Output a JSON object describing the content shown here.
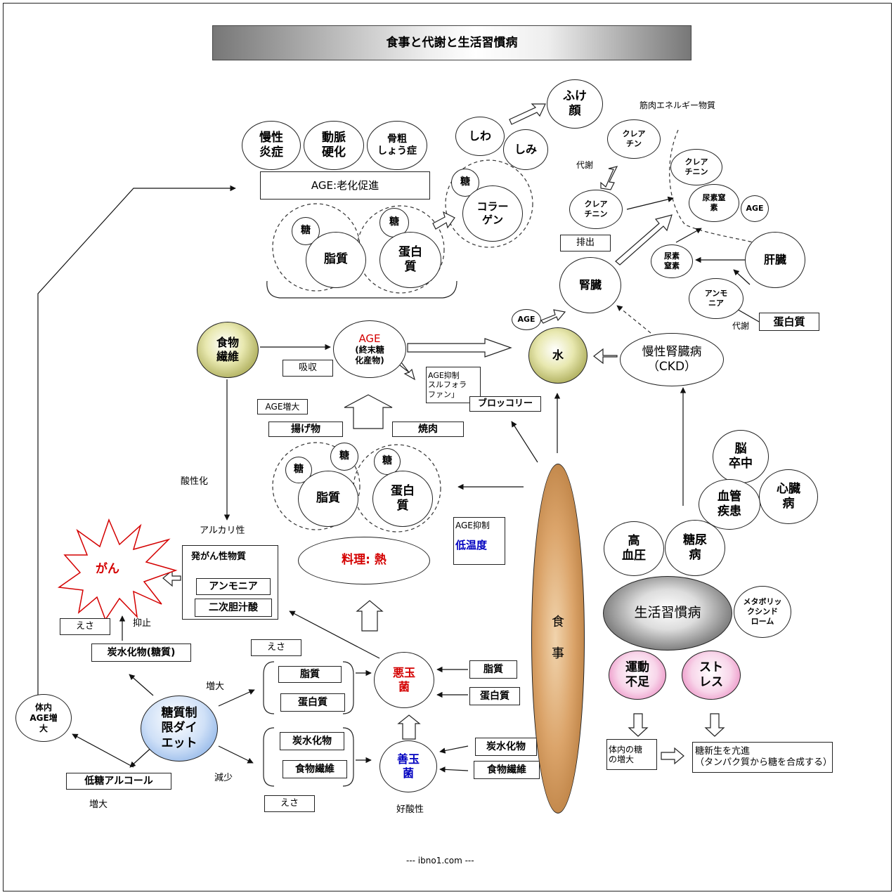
{
  "title": "食事と代謝と生活習慣病",
  "footer": "--- ibno1.com ---",
  "colors": {
    "red": "#d40000",
    "blue": "#0000c0",
    "olive": "#8a8a28",
    "tan": "#c58a4a",
    "pink": "#e66fb2"
  },
  "top": {
    "chronic_inflammation": "慢性\n炎症",
    "arteriosclerosis": "動脈\n硬化",
    "osteoporosis": "骨粗\nしょう症",
    "age_aging": "AGE:老化促進",
    "sugar1": "糖",
    "lipid": "脂質",
    "sugar2": "糖",
    "protein": "蛋白\n質",
    "wrinkle": "しわ",
    "spot": "しみ",
    "old_face": "ふけ\n顔",
    "sugar3": "糖",
    "collagen": "コラー\nゲン"
  },
  "kidney": {
    "muscle_energy": "筋肉エネルギー物質",
    "creatine": "クレア\nチン",
    "metabolism": "代謝",
    "creatinine_left": "クレア\nチニン",
    "creatinine_right": "クレア\nチニン",
    "urea_n_right": "尿素窒\n素",
    "age_small": "AGE",
    "excretion": "排出",
    "kidney": "腎臓",
    "urea_n": "尿素\n窒素",
    "liver": "肝臓",
    "ammonia": "アンモ\nニア",
    "metabolism2": "代謝",
    "protein": "蛋白質",
    "age_water": "AGE",
    "water": "水",
    "ckd": "慢性腎臓病\n（CKD）"
  },
  "middle": {
    "fiber": "食物\n繊維",
    "absorption": "吸収",
    "age_main_title": "AGE",
    "age_main_sub": "(終末糖\n化産物)",
    "sulforaphane": "AGE抑制\nスルフォラ\nファン」",
    "broccoli": "ブロッコリー",
    "age_increase": "AGE増大",
    "fried": "揚げ物",
    "yakiniku": "焼肉",
    "sugar_a": "糖",
    "sugar_b": "糖",
    "sugar_c": "糖",
    "lipid": "脂質",
    "protein": "蛋白\n質",
    "cooking_heat": "料理: 熱",
    "age_inhibit": "AGE抑制",
    "low_temp": "低温度",
    "acidify": "酸性化",
    "alkaline": "アルカリ性"
  },
  "cancer": {
    "cancer": "がん",
    "carcinogen": "発がん性物質",
    "ammonia": "アンモニア",
    "bile_acid": "二次胆汁酸",
    "feed": "えさ",
    "suppress": "抑止",
    "carb_sugar": "炭水化物(糖質)"
  },
  "diet": {
    "body_age": "体内\nAGE増\n大",
    "low_carb_diet": "糖質制\n限ダイ\nエット",
    "low_sugar_alcohol": "低糖アルコール",
    "increase_bottom": "増大",
    "increase": "増大",
    "decrease": "減少",
    "feed_top": "えさ",
    "lipid": "脂質",
    "protein": "蛋白質",
    "carb": "炭水化物",
    "fiber": "食物繊維",
    "feed_bottom": "えさ",
    "bad_bacteria": "悪玉\n菌",
    "good_bacteria": "善玉\n菌",
    "acidophilic": "好酸性",
    "in_lipid": "脂質",
    "in_protein": "蛋白質",
    "in_carb": "炭水化物",
    "in_fiber": "食物繊維"
  },
  "meal": "食\n\n事",
  "lifestyle": {
    "stroke": "脳\n卒中",
    "vascular": "血管\n疾患",
    "heart": "心臓\n病",
    "hypertension": "高\n血圧",
    "diabetes": "糖尿\n病",
    "lifestyle_disease": "生活習慣病",
    "metabolic": "メタボリッ\nクシンド\nローム",
    "exercise": "運動\n不足",
    "stress": "スト\nレス",
    "body_sugar": "体内の糖\nの増大",
    "gluconeogenesis": "糖新生を亢進\n（タンパク質から糖を合成する）"
  }
}
